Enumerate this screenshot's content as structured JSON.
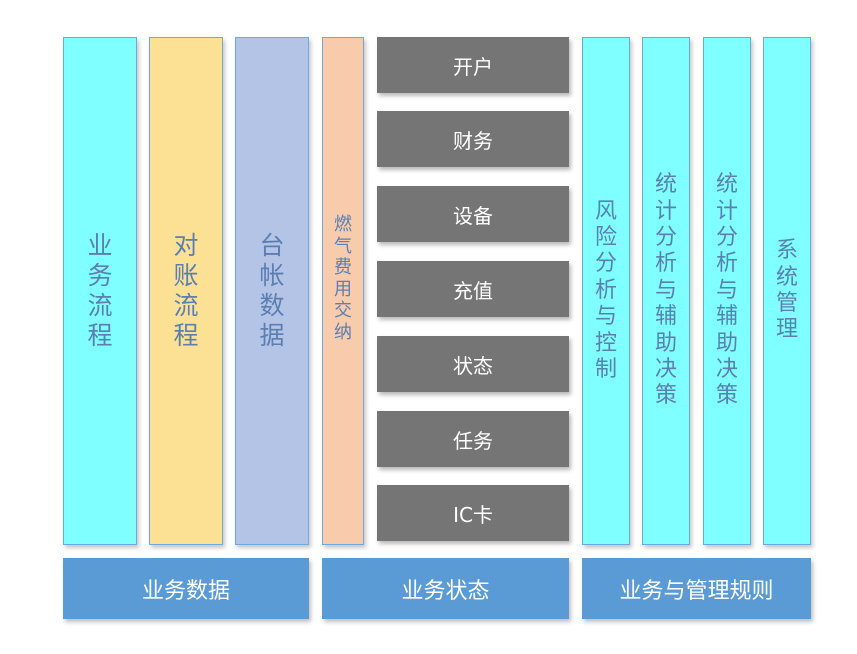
{
  "columns": [
    {
      "id": "business-flow",
      "text": "业务流程",
      "color": "#7fffff",
      "text_color": "#5b7fb2"
    },
    {
      "id": "reconcile-flow",
      "text": "对账流程",
      "color": "#fce195",
      "text_color": "#5b7fb2"
    },
    {
      "id": "ledger-data",
      "text": "台帐数据",
      "color": "#b4c4e7",
      "text_color": "#5b7fb2"
    },
    {
      "id": "gas-fee",
      "text": "燃气费用交纳",
      "color": "#f8cbad",
      "text_color": "#5b7fb2"
    },
    {
      "id": "risk-control",
      "text": "风险分析与控制",
      "color": "#7fffff",
      "text_color": "#5b7fb2"
    },
    {
      "id": "stats-decision-1",
      "text": "统计分析与辅助决策",
      "color": "#7fffff",
      "text_color": "#5b7fb2"
    },
    {
      "id": "stats-decision-2",
      "text": "统计分析与辅助决策",
      "color": "#7fffff",
      "text_color": "#5b7fb2"
    },
    {
      "id": "system-mgmt",
      "text": "系统管理",
      "color": "#7fffff",
      "text_color": "#5b7fb2"
    }
  ],
  "status_items": [
    "开户",
    "财务",
    "设备",
    "充值",
    "状态",
    "任务",
    "IC卡"
  ],
  "bottom_bars": [
    {
      "id": "business-data",
      "label": "业务数据"
    },
    {
      "id": "business-status",
      "label": "业务状态"
    },
    {
      "id": "rules",
      "label": "业务与管理规则"
    }
  ],
  "colors": {
    "status_gray": "#757575",
    "bar_blue": "#5b9bd5",
    "column_border": "#6fa8dc"
  }
}
